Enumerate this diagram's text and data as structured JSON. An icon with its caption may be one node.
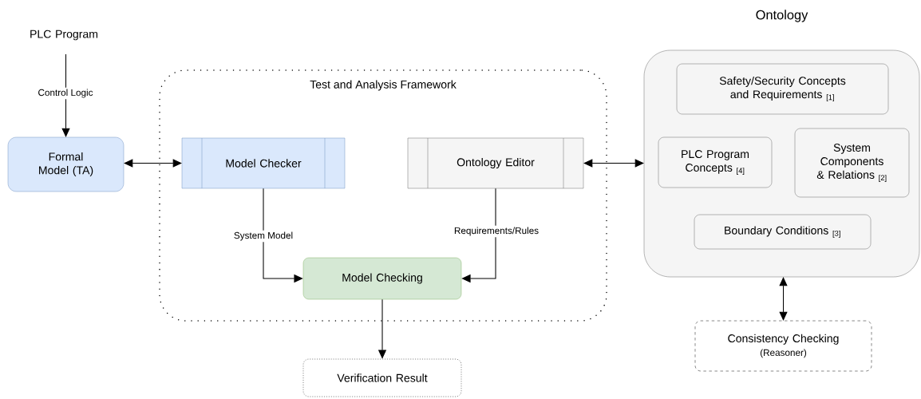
{
  "diagram": {
    "nodes": [
      {
        "text": [
          "PLC Program"
        ]
      },
      {
        "text": [
          "Formal Model (TA)"
        ]
      },
      {
        "text": [
          "Test and Analysis Framework"
        ]
      },
      {
        "text": [
          "Model Checker"
        ],
        "in": 2
      },
      {
        "text": [
          "Ontology Editor"
        ],
        "in": 2
      },
      {
        "text": [
          "Model Checking"
        ],
        "in": 2
      },
      {
        "text": [
          "Verification Result"
        ]
      },
      {
        "text": [
          "Ontology"
        ]
      },
      {
        "text": [
          "Safety/Security Concepts and Requirements $_{[1]}$"
        ],
        "in": 7
      },
      {
        "text": [
          "PLC Program Concepts $_{[4]}$"
        ],
        "in": 7
      },
      {
        "text": [
          "System Components & Relations $_{[2]}$"
        ],
        "in": 7
      },
      {
        "text": [
          "Boundary Conditions $_{[3]}$"
        ],
        "in": 7
      },
      {
        "text": [
          "Consistency Checking",
          "(Reasoner)"
        ]
      }
    ],
    "edges": [
      {
        "from": 0,
        "to": 1,
        "arrow": "to",
        "label": "Control Logic"
      },
      {
        "from": 1,
        "to": 3,
        "arrow": "both"
      },
      {
        "from": 3,
        "to": 5,
        "arrow": "to",
        "label": "System Model"
      },
      {
        "from": 4,
        "to": 5,
        "arrow": "to",
        "label": "Requirements/Rules"
      },
      {
        "from": 5,
        "to": 6,
        "arrow": "to"
      },
      {
        "from": 4,
        "to": 7,
        "arrow": "both"
      },
      {
        "from": 7,
        "to": 12,
        "arrow": "both"
      }
    ]
  }
}
